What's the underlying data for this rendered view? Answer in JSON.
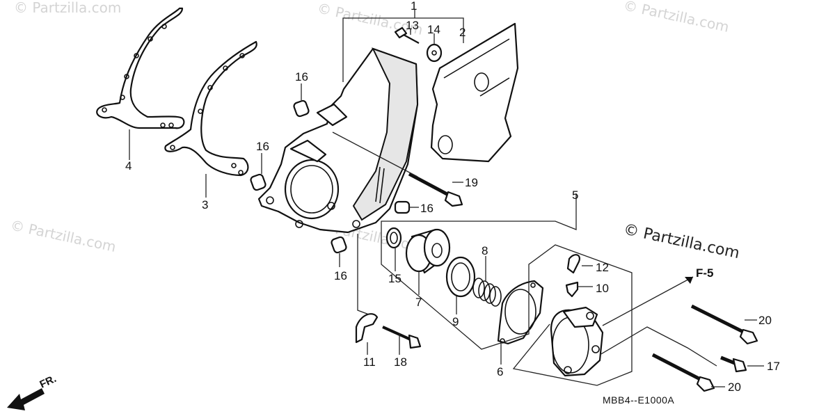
{
  "watermarks": {
    "top_left": "© Partzilla.com",
    "top_center": "© Partzilla.com",
    "top_right": "© Partzilla.com",
    "mid_left": "© Partzilla.com",
    "mid_center": "© Partzilla.com",
    "right_dark": "© Partzilla.com"
  },
  "callouts": {
    "c1": "1",
    "c2": "2",
    "c3": "3",
    "c4": "4",
    "c5": "5",
    "c6": "6",
    "c7": "7",
    "c8": "8",
    "c9": "9",
    "c10": "10",
    "c11": "11",
    "c12": "12",
    "c13": "13",
    "c14": "14",
    "c15": "15",
    "c16a": "16",
    "c16b": "16",
    "c16c": "16",
    "c16d": "16",
    "c17": "17",
    "c18": "18",
    "c19": "19",
    "c20a": "20",
    "c20b": "20"
  },
  "reference": {
    "label": "F-5"
  },
  "diagram_code": "MBB4--E1000A",
  "direction": {
    "label": "FR."
  }
}
